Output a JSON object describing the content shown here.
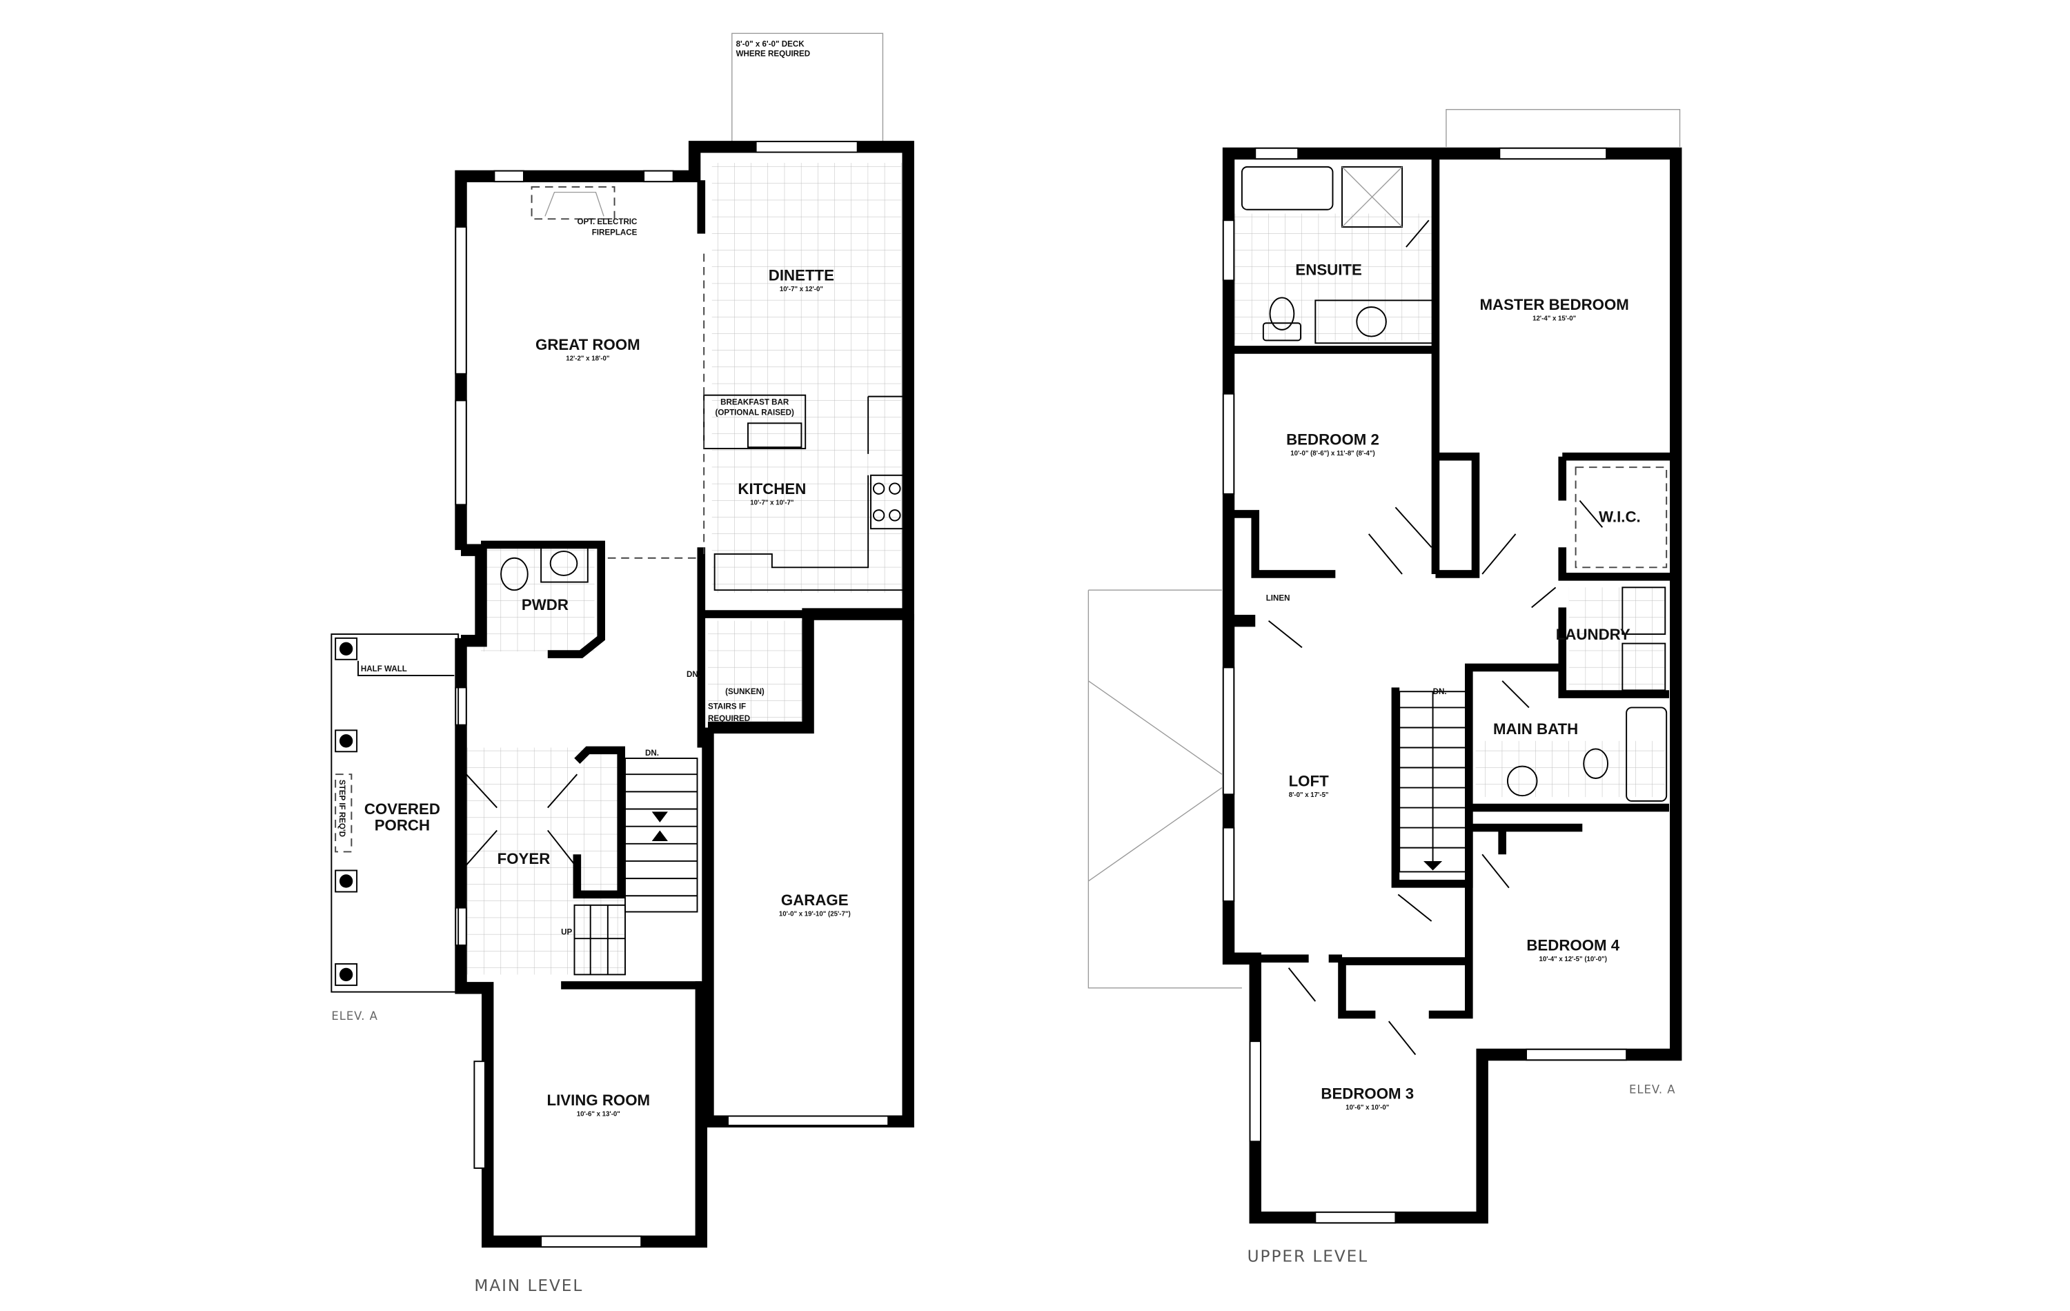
{
  "main_level": {
    "label": "MAIN LEVEL",
    "elevation": "ELEV. A",
    "deck_note": [
      "8'-0\" x 6'-0\" DECK",
      "WHERE REQUIRED"
    ],
    "fireplace_note": [
      "OPT. ELECTRIC",
      "FIREPLACE"
    ],
    "breakfast_bar_note": [
      "BREAKFAST BAR",
      "(OPTIONAL RAISED)"
    ],
    "half_wall": "HALF WALL",
    "step_note": "STEP IF REQ'D",
    "sunken": "(SUNKEN)",
    "stairs_note": [
      "STAIRS IF",
      "REQUIRED"
    ],
    "dn": "DN.",
    "up": "UP",
    "rooms": {
      "great_room": {
        "name": "GREAT ROOM",
        "size": "12'-2\" x 18'-0\""
      },
      "dinette": {
        "name": "DINETTE",
        "size": "10'-7\" x 12'-0\""
      },
      "kitchen": {
        "name": "KITCHEN",
        "size": "10'-7\" x 10'-7\""
      },
      "pwdr": {
        "name": "PWDR"
      },
      "covered_porch": {
        "name": [
          "COVERED",
          "PORCH"
        ]
      },
      "foyer": {
        "name": "FOYER"
      },
      "garage": {
        "name": "GARAGE",
        "size": "10'-0\" x 19'-10\" (25'-7\")"
      },
      "living_room": {
        "name": "LIVING ROOM",
        "size": "10'-6\" x 13'-0\""
      }
    }
  },
  "upper_level": {
    "label": "UPPER LEVEL",
    "elevation": "ELEV. A",
    "linen": "LINEN",
    "dn": "DN.",
    "rooms": {
      "ensuite": {
        "name": "ENSUITE"
      },
      "master_bedroom": {
        "name": "MASTER BEDROOM",
        "size": "12'-4\" x 15'-0\""
      },
      "bedroom_2": {
        "name": "BEDROOM 2",
        "size": "10'-0\" (8'-6\") x 11'-8\" (8'-4\")"
      },
      "wic": {
        "name": "W.I.C."
      },
      "laundry": {
        "name": "LAUNDRY"
      },
      "main_bath": {
        "name": "MAIN BATH"
      },
      "loft": {
        "name": "LOFT",
        "size": "8'-0\" x 17'-5\""
      },
      "bedroom_4": {
        "name": "BEDROOM 4",
        "size": "10'-4\" x 12'-5\" (10'-0\")"
      },
      "bedroom_3": {
        "name": "BEDROOM 3",
        "size": "10'-6\" x 10'-0\""
      }
    }
  }
}
